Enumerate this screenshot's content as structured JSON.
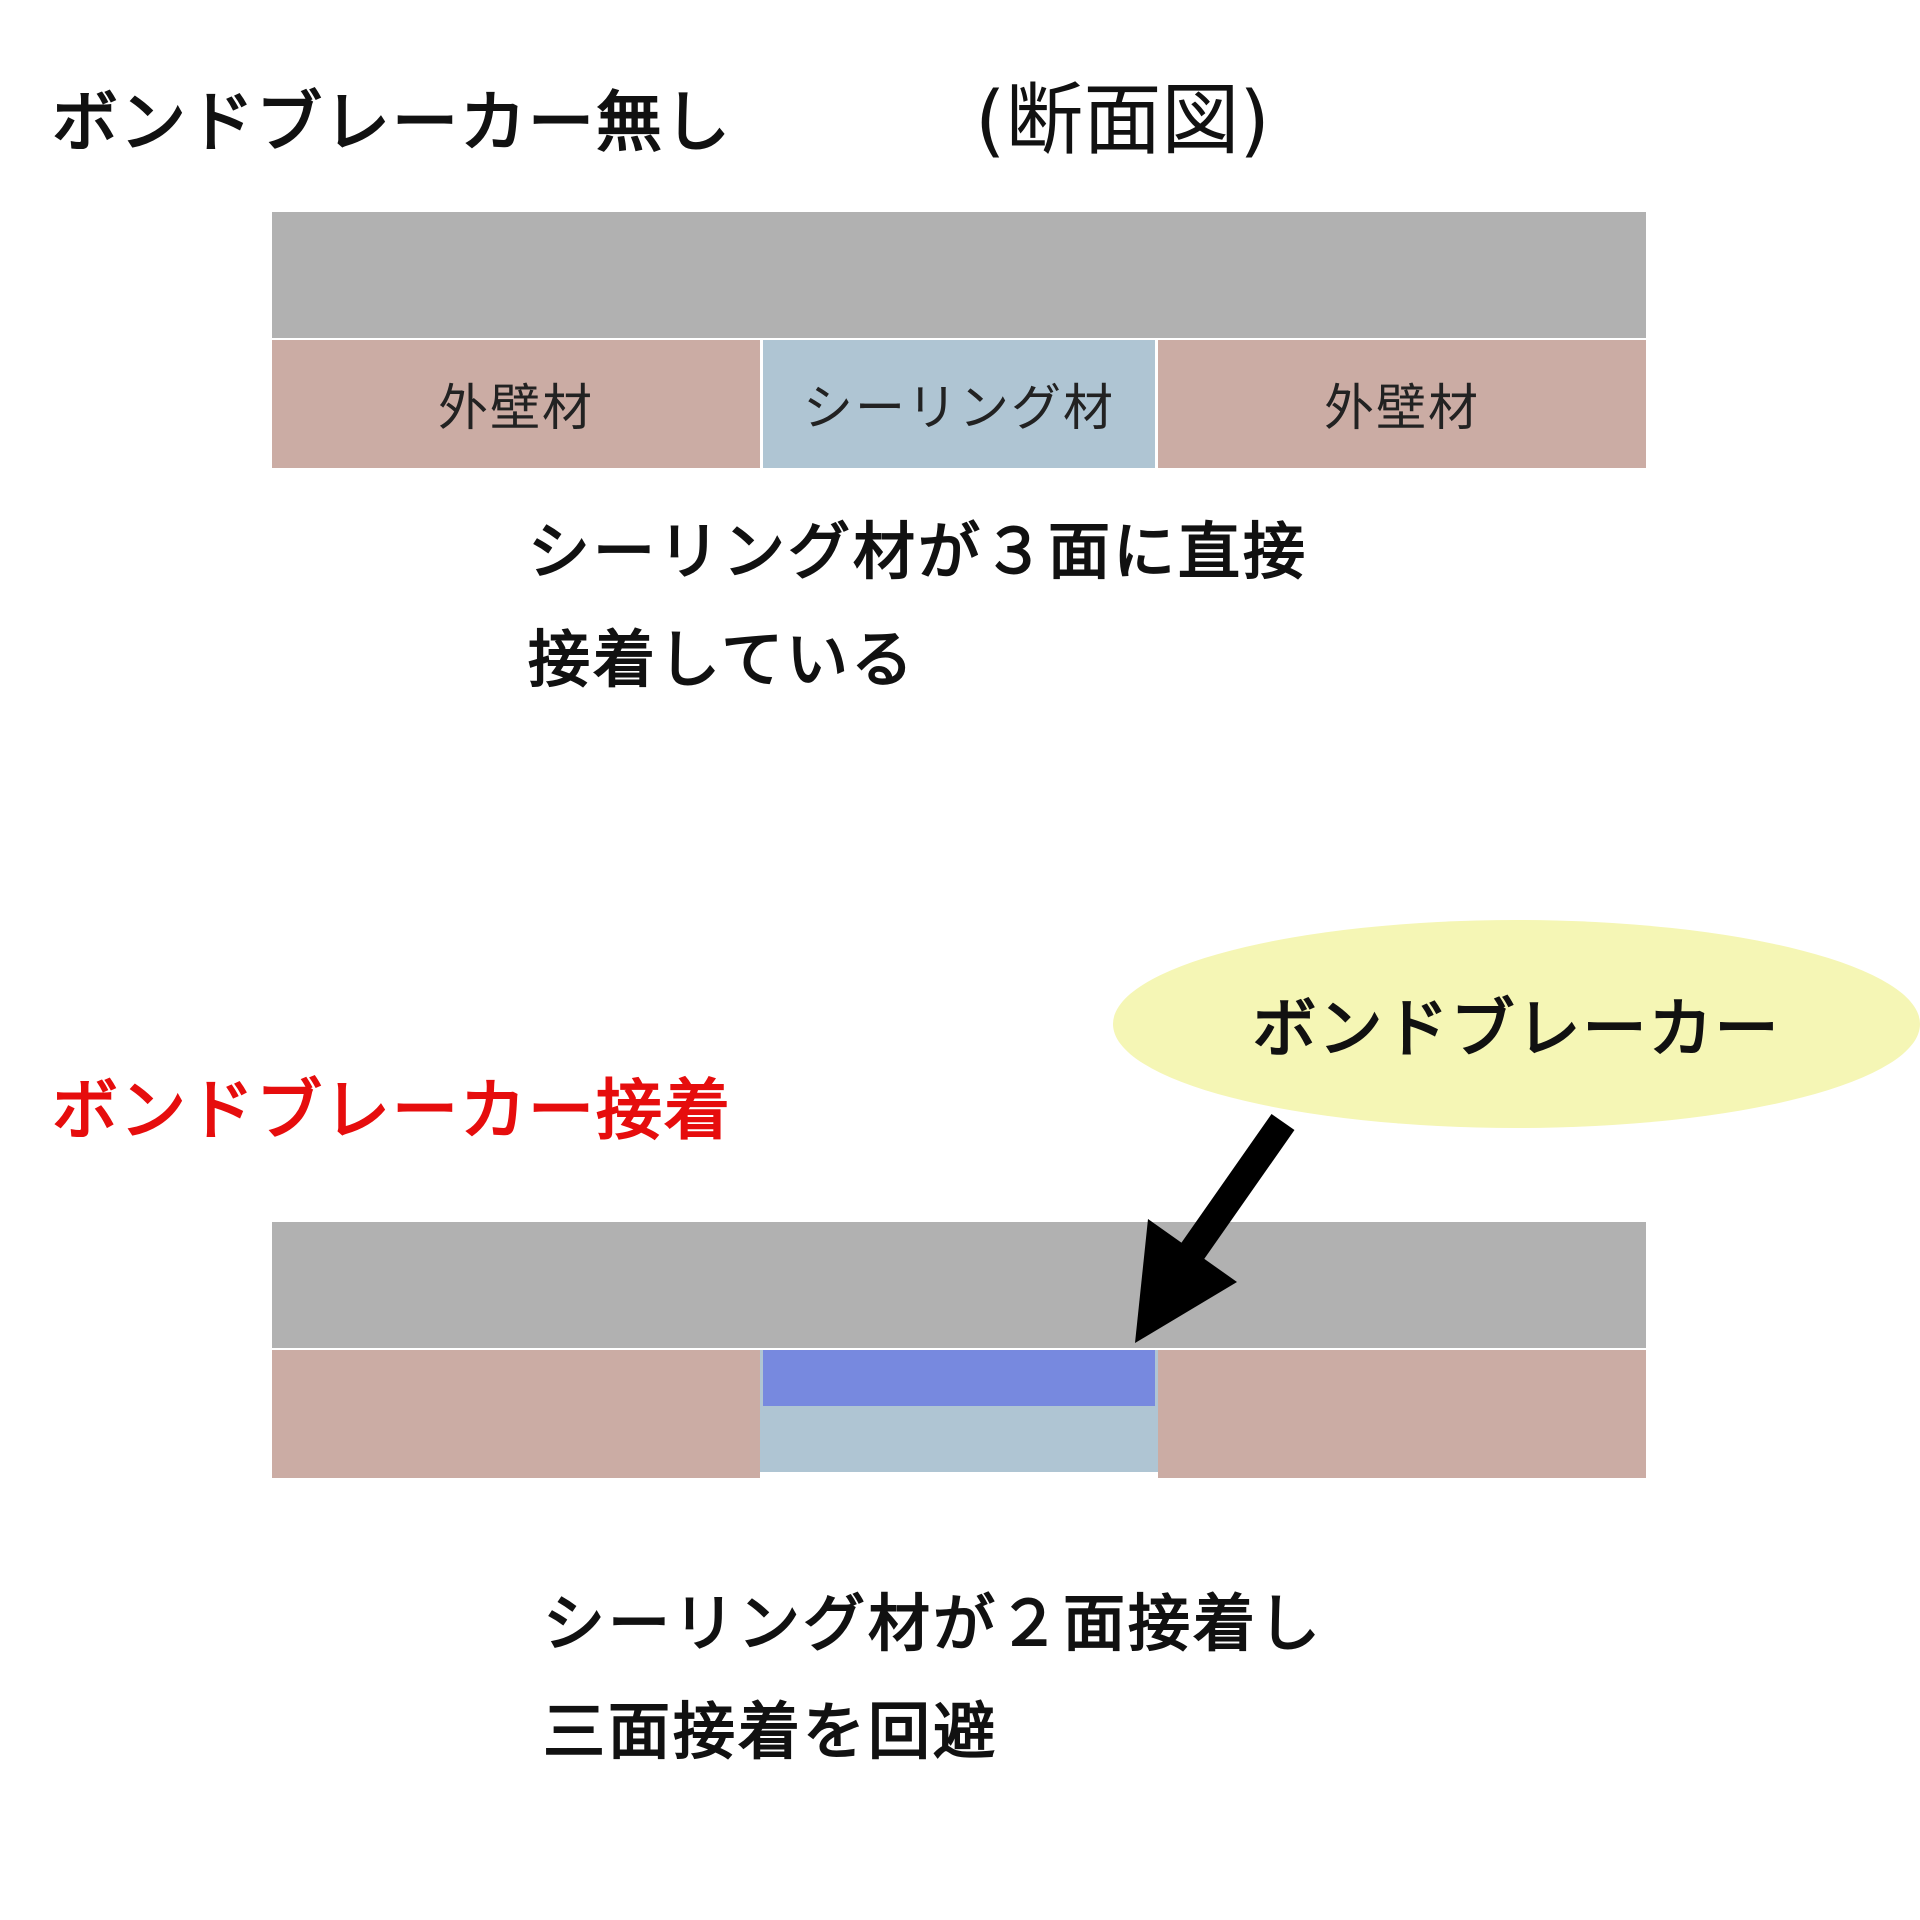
{
  "top": {
    "title": "ボンドブレーカー無し",
    "subtitle": "(断面図)",
    "wall_left_label": "外壁材",
    "sealant_label": "シーリング材",
    "wall_right_label": "外壁材",
    "caption_line1": "シーリング材が３面に直接",
    "caption_line2": "接着している"
  },
  "bottom": {
    "title": "ボンドブレーカー接着",
    "callout_label": "ボンドブレーカー",
    "caption_line1": "シーリング材が２面接着し",
    "caption_line2": "三面接着を回避"
  },
  "colors": {
    "substrate": "#b1b1b1",
    "wall": "#cbaca4",
    "sealant": "#afc5d3",
    "bond_breaker": "#7789df",
    "callout_fill": "#f5f6b5",
    "title_red": "#e60d0d",
    "arrow": "#000000"
  }
}
